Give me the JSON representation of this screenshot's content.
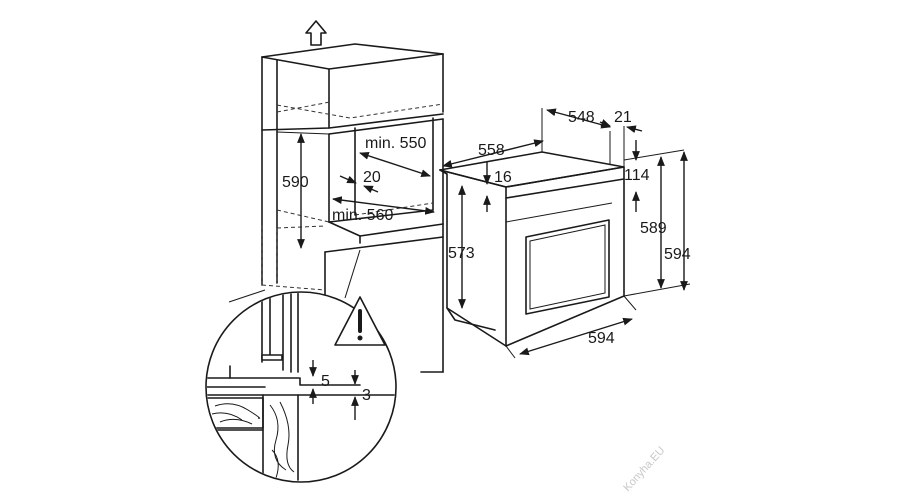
{
  "dimensions": {
    "niche_height": "590",
    "niche_depth": "min. 550",
    "gap_20": "20",
    "niche_width": "min. 560",
    "oven_depth_558": "558",
    "oven_depth_548": "548",
    "door_offset": "21",
    "top_offset": "16",
    "front_offset": "114",
    "body_height": "573",
    "front_height": "589",
    "front_height_total": "594",
    "front_width": "594",
    "detail_5": "5",
    "detail_3": "3"
  },
  "watermark": "Konyha.EU",
  "icons": [
    "up-arrow-icon",
    "warning-icon"
  ]
}
